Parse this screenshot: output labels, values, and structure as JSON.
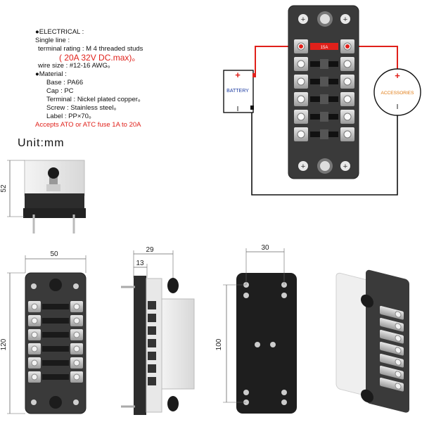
{
  "spec": {
    "electrical": "●ELECTRICAL :",
    "single_line": "Single line :",
    "terminal_rating": "terminal rating : M 4 threaded studs",
    "rating_value": "( 20A 32V DC.max)。",
    "wire_size": "wire size : #12-16 AWG。",
    "material": "●Material :",
    "base": "Base : PA66",
    "cap": "Cap : PC",
    "terminal": "Terminal : Nickel plated copper。",
    "screw": "Screw : Stainless steel。",
    "label": "Label : PP×70。",
    "fuse_note": "Accepts ATO or ATC fuse 1A to 20A"
  },
  "unit": "Unit:mm",
  "wiring": {
    "battery_label": "BATTERY",
    "accessories_label": "ACCESSORIES",
    "plus": "+",
    "minus": "I",
    "fuse_label": "15A",
    "colors": {
      "positive": "#e0201a",
      "negative": "#111111"
    }
  },
  "dimensions": {
    "height_side": "52",
    "width_front": "50",
    "length_front": "120",
    "depth_side": "29",
    "depth_inner": "13",
    "back_width": "30",
    "back_length": "100"
  }
}
